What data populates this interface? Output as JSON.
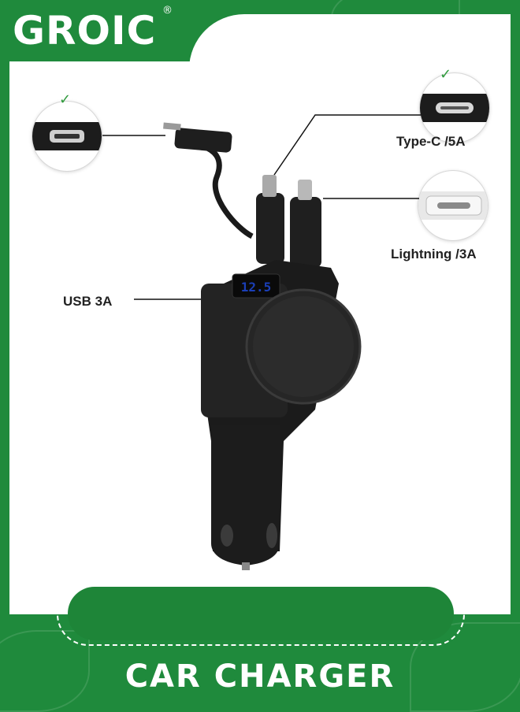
{
  "brand": {
    "name": "GROIC",
    "registered_mark": "®"
  },
  "callouts": {
    "micro_usb": {
      "label": ""
    },
    "type_c": {
      "label": "Type-C /5A"
    },
    "lightning": {
      "label": "Lightning /3A"
    },
    "usb": {
      "label": "USB 3A"
    }
  },
  "display": {
    "value": "12.5"
  },
  "banner": {
    "text": ""
  },
  "title": "CAR CHARGER",
  "colors": {
    "brand_green": "#1f8a3c",
    "banner_green": "#1e8538",
    "device_black": "#1a1a1a"
  },
  "icons": [
    "checkmark-icon",
    "micro-usb-port-icon",
    "type-c-port-icon",
    "lightning-port-icon"
  ]
}
